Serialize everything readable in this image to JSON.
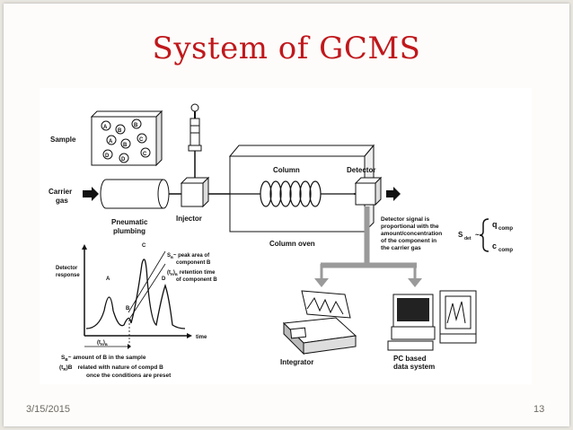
{
  "slide": {
    "title": "System of GCMS",
    "date": "3/15/2015",
    "page_number": "13"
  },
  "diagram": {
    "sample_label": "Sample",
    "sample_letters": [
      "A",
      "B",
      "B",
      "A",
      "B",
      "C",
      "D",
      "D",
      "C"
    ],
    "carrier_gas_line1": "Carrier",
    "carrier_gas_line2": "gas",
    "pneumatic_line1": "Pneumatic",
    "pneumatic_line2": "plumbing",
    "injector_label": "Injector",
    "column_label": "Column",
    "column_oven_label": "Column oven",
    "detector_label": "Detector",
    "signal_text": [
      "Detector signal is",
      "proportional with the",
      "amount/concentration",
      "of the component in",
      "the carrier gas"
    ],
    "signal_formula": "S",
    "signal_formula_sub": "det",
    "signal_formula_eq": "~",
    "q_comp": "q",
    "q_comp_sub": "comp",
    "c_comp": "c",
    "c_comp_sub": "comp",
    "chromatogram": {
      "ylabel_line1": "Detector",
      "ylabel_line2": "response",
      "xlabel": "time",
      "peaks": [
        "A",
        "B",
        "C",
        "D"
      ],
      "sb_def_line1": "S",
      "sb_def_line1_sub": "B",
      "sb_def_line1_text": "~ peak area of",
      "sb_def_line2": "component B",
      "tr_def_line1": "(t",
      "tr_def_line1_sub": "R",
      "tr_def_line1_end": ")",
      "tr_def_line1_sub2": "B",
      "tr_def_line1_text": "retention time",
      "tr_def_line2": "of component B",
      "tr_marker": "(t",
      "tr_marker_sub": "R",
      "tr_marker_end": ")",
      "tr_marker_sub2": "B",
      "sb_note_prefix": "S",
      "sb_note_sub": "B",
      "sb_note_text": "~  amount of B in the sample",
      "tr_note_prefix": "(t",
      "tr_note_sub": "R",
      "tr_note_mid": ")B",
      "tr_note_text": "related with nature of compd B",
      "tr_note_text2": "once the conditions are preset"
    },
    "integrator_label": "Integrator",
    "pc_label_line1": "PC based",
    "pc_label_line2": "data system"
  }
}
